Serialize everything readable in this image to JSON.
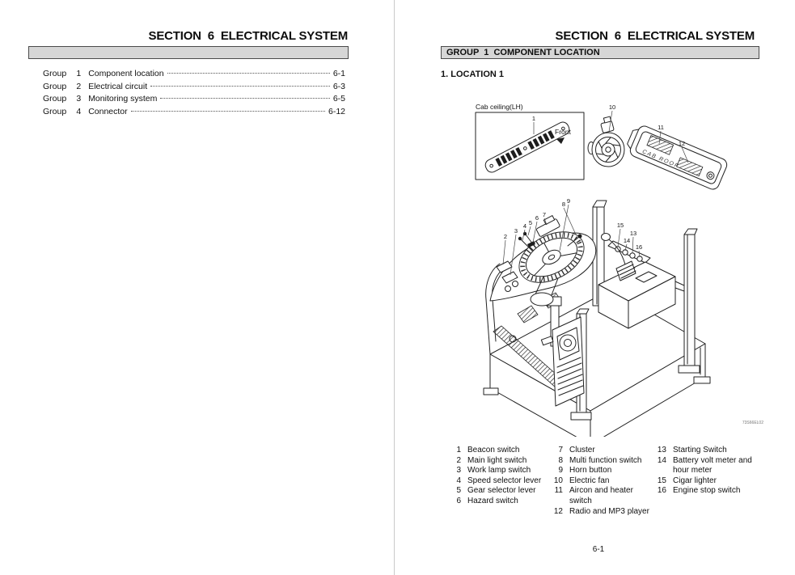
{
  "left_page": {
    "title": "SECTION  6  ELECTRICAL SYSTEM",
    "toc": [
      {
        "prefix": "Group",
        "num": "1",
        "label": "Component location",
        "page": "6-1"
      },
      {
        "prefix": "Group",
        "num": "2",
        "label": "Electrical circuit",
        "page": "6-3"
      },
      {
        "prefix": "Group",
        "num": "3",
        "label": "Monitoring system",
        "page": "6-5"
      },
      {
        "prefix": "Group",
        "num": "4",
        "label": "Connector",
        "page": "6-12"
      }
    ]
  },
  "right_page": {
    "title": "SECTION  6  ELECTRICAL SYSTEM",
    "group_header": "GROUP  1  COMPONENT LOCATION",
    "location_heading": "1. LOCATION 1",
    "page_number": "6-1",
    "diagram": {
      "inset_label": "Cab ceiling(LH)",
      "front_label": "Front",
      "cab_roof_text": "CAB ROOF",
      "figure_code": "73S66EL02",
      "callouts": {
        "c1": "1",
        "c2": "2",
        "c3": "3",
        "c4": "4",
        "c5": "5",
        "c6": "6",
        "c7": "7",
        "c8": "8",
        "c9": "9",
        "c10": "10",
        "c11": "11",
        "c12": "12",
        "c13": "13",
        "c14": "14",
        "c15": "15",
        "c16": "16"
      }
    },
    "legend": {
      "col1": [
        {
          "num": "1",
          "label": "Beacon switch"
        },
        {
          "num": "2",
          "label": "Main light switch"
        },
        {
          "num": "3",
          "label": "Work lamp switch"
        },
        {
          "num": "4",
          "label": "Speed selector lever"
        },
        {
          "num": "5",
          "label": "Gear selector lever"
        },
        {
          "num": "6",
          "label": "Hazard switch"
        }
      ],
      "col2": [
        {
          "num": "7",
          "label": "Cluster"
        },
        {
          "num": "8",
          "label": "Multi function switch"
        },
        {
          "num": "9",
          "label": "Horn button"
        },
        {
          "num": "10",
          "label": "Electric fan"
        },
        {
          "num": "11",
          "label": "Aircon and heater switch"
        },
        {
          "num": "12",
          "label": "Radio and MP3 player"
        }
      ],
      "col3": [
        {
          "num": "13",
          "label": "Starting Switch"
        },
        {
          "num": "14",
          "label": "Battery volt meter and\nhour meter"
        },
        {
          "num": "15",
          "label": "Cigar lighter"
        },
        {
          "num": "16",
          "label": "Engine stop switch"
        }
      ]
    }
  }
}
